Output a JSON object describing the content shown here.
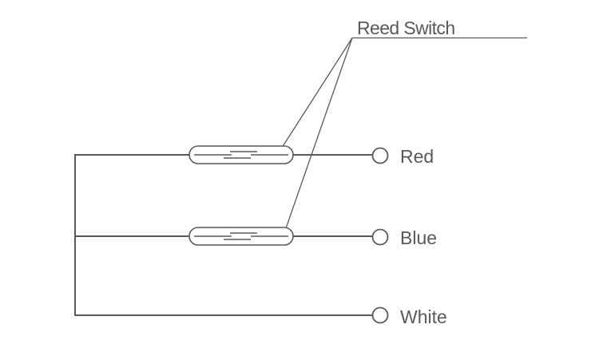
{
  "diagram": {
    "title_label": "Reed Switch",
    "terminals": {
      "red": "Red",
      "blue": "Blue",
      "white": "White"
    }
  },
  "colors": {
    "line": "#595959",
    "background": "#ffffff"
  }
}
